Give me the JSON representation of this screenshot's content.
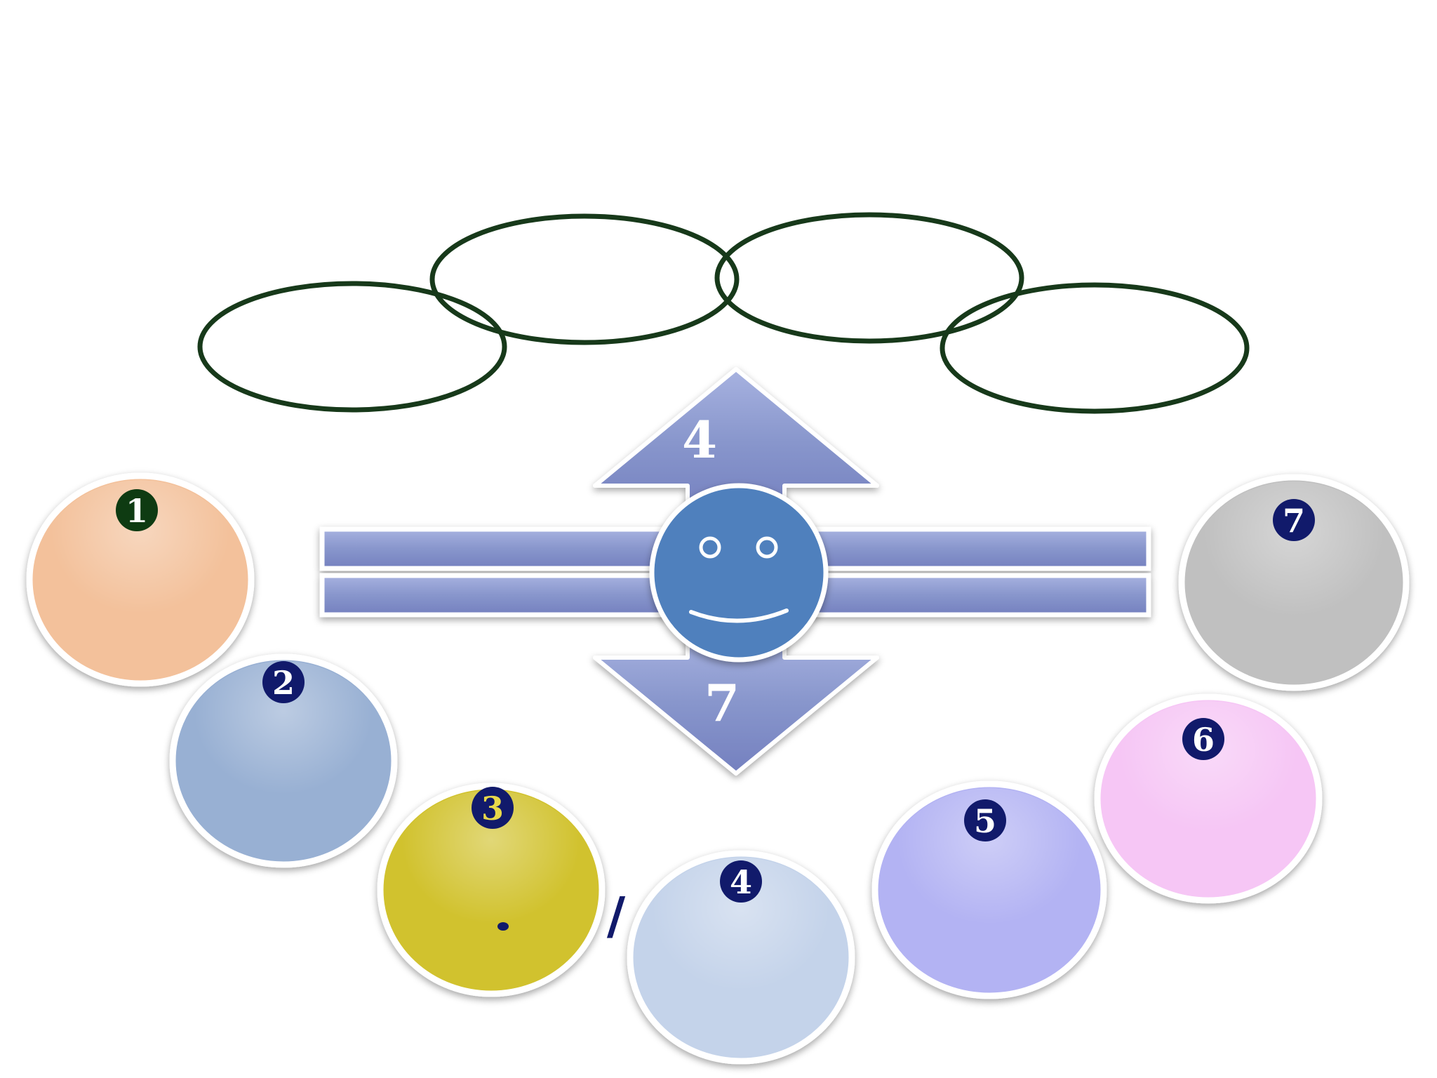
{
  "arrow": {
    "up_label": "4",
    "down_label": "7",
    "color": "#8896cc",
    "face_color": "#4f80bd"
  },
  "ovals": {
    "stroke": "#17391a",
    "count": 4
  },
  "circles": [
    {
      "badge": "1",
      "fill": "#f3c19b",
      "badge_fill": "#0e3b12",
      "badge_text": "#ffffff"
    },
    {
      "badge": "2",
      "fill": "#98b0d3",
      "badge_fill": "#111a6b",
      "badge_text": "#ffffff"
    },
    {
      "badge": "3",
      "fill": "#d1c22f",
      "badge_fill": "#111a6b",
      "badge_text": "#e8d84a",
      "mark": "."
    },
    {
      "badge": "4",
      "fill": "#c4d3ea",
      "badge_fill": "#111a6b",
      "badge_text": "#ffffff"
    },
    {
      "badge": "5",
      "fill": "#b3b3f3",
      "badge_fill": "#111a6b",
      "badge_text": "#ffffff"
    },
    {
      "badge": "6",
      "fill": "#f6c6f5",
      "badge_fill": "#111a6b",
      "badge_text": "#ffffff"
    },
    {
      "badge": "7",
      "fill": "#c0c0c0",
      "badge_fill": "#111a6b",
      "badge_text": "#ffffff"
    }
  ],
  "slash_mark": "/"
}
